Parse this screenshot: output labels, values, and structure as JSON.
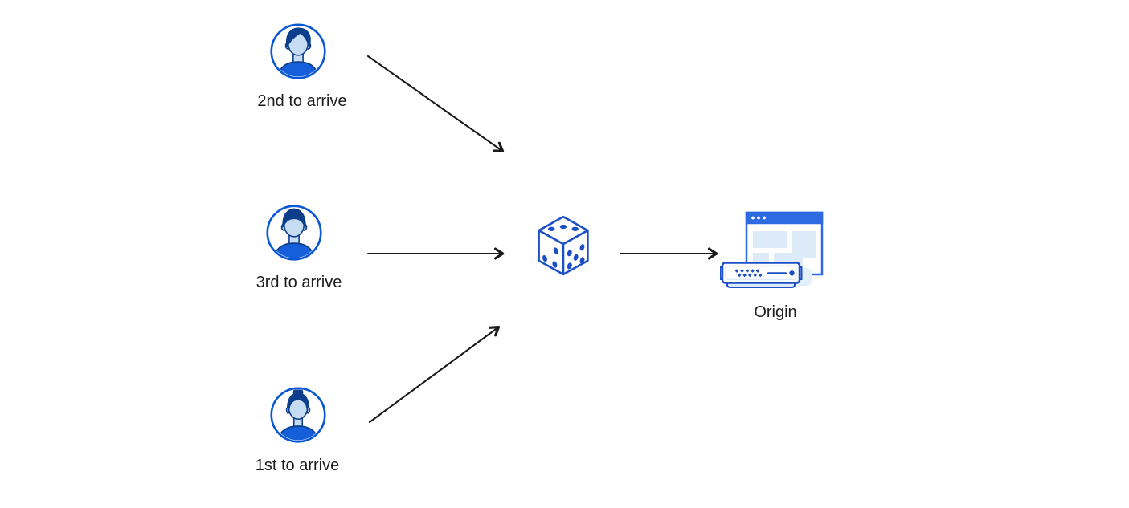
{
  "clients": [
    {
      "label": "2nd to arrive",
      "icon": "user-avatar-man-swept-hair-icon"
    },
    {
      "label": "3rd to arrive",
      "icon": "user-avatar-man-short-hair-icon"
    },
    {
      "label": "1st to arrive",
      "icon": "user-avatar-woman-bun-icon"
    }
  ],
  "selector": {
    "icon": "dice-icon"
  },
  "origin": {
    "label": "Origin",
    "icon": "origin-server-browser-icon"
  },
  "colors": {
    "ring": "#0957d5",
    "hair": "#0d3e8c",
    "face": "#c6dcf2",
    "shirt": "#1560da",
    "dice": "#1b4fc6",
    "win": "#2e6be2",
    "server": "#1b4fc6",
    "panel": "#ddeaf8",
    "panel-soft": "#e4f1fb",
    "arrow": "#1a1a1a",
    "label": "#1d1d1f"
  }
}
